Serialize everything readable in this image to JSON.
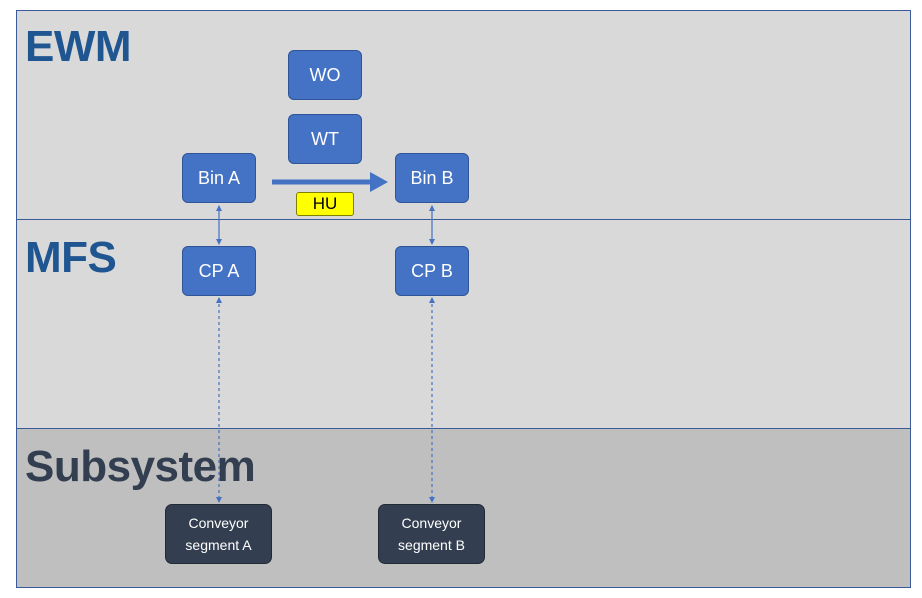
{
  "layers": {
    "ewm": {
      "title": "EWM"
    },
    "mfs": {
      "title": "MFS"
    },
    "subsystem": {
      "title": "Subsystem"
    }
  },
  "nodes": {
    "wo": "WO",
    "wt": "WT",
    "bin_a": "Bin A",
    "bin_b": "Bin B",
    "hu": "HU",
    "cp_a": "CP A",
    "cp_b": "CP B",
    "conveyor_a": {
      "line1": "Conveyor",
      "line2": "segment A"
    },
    "conveyor_b": {
      "line1": "Conveyor",
      "line2": "segment B"
    }
  },
  "colors": {
    "layer_fill": "#d9d9d9",
    "subsystem_fill": "#bfbfbf",
    "node_blue": "#4472c4",
    "node_dark": "#333f50",
    "hu_yellow": "#ffff00",
    "title_blue": "#1f5591"
  }
}
